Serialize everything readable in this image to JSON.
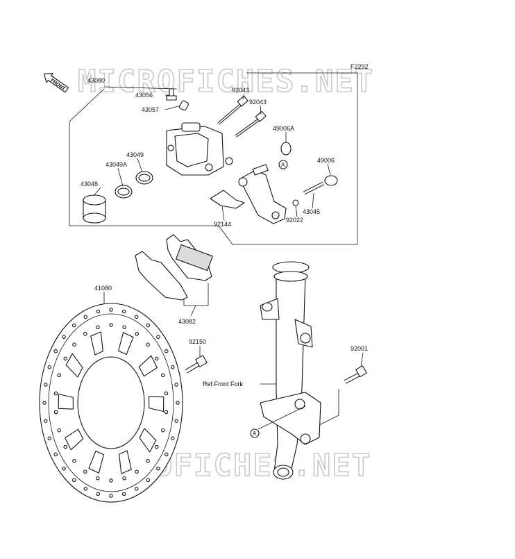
{
  "watermark": "MICROFICHES.NET",
  "figure_code": "F2292",
  "front_badge": "FRONT",
  "ref_label": "Ref.Front Fork",
  "circle_marker": "A",
  "parts": {
    "p43080": "43080",
    "p43056": "43056",
    "p43057": "43057",
    "p92043a": "92043",
    "p92043b": "92043",
    "p49006A": "49006A",
    "p43049": "43049",
    "p43049A": "43049A",
    "p43048": "43048",
    "p49006": "49006",
    "p43045": "43045",
    "p92022": "92022",
    "p92144": "92144",
    "p41080": "41080",
    "p43082": "43082",
    "p92150": "92150",
    "p92001": "92001"
  }
}
